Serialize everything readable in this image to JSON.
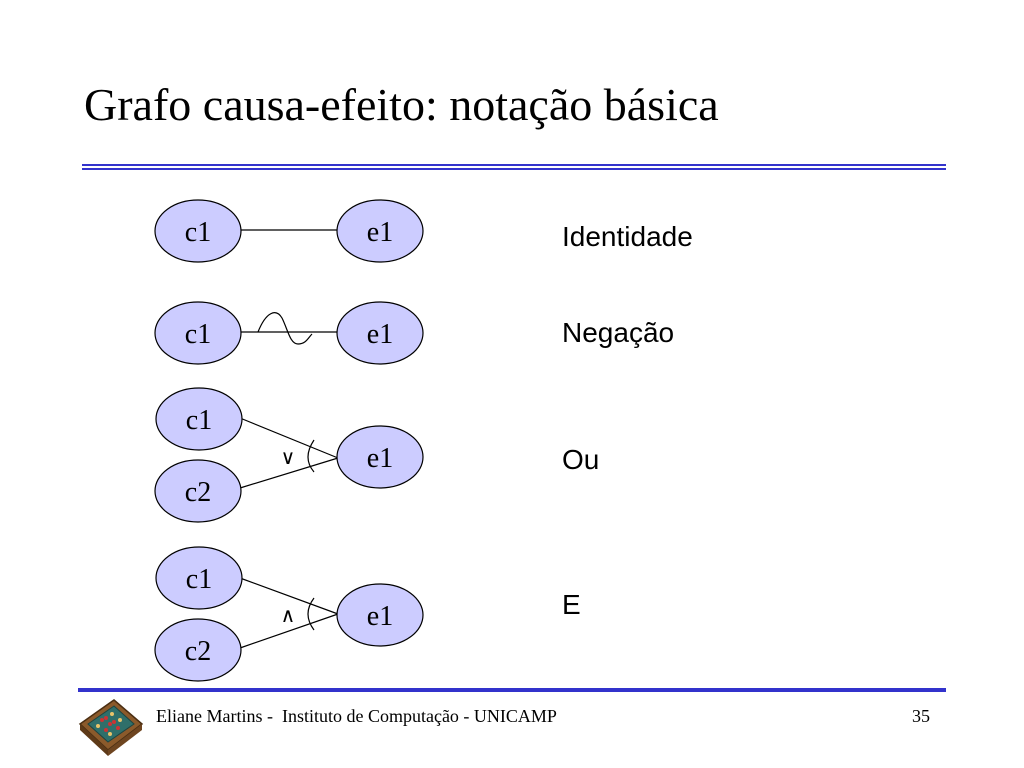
{
  "slide": {
    "title": "Grafo causa-efeito: notação básica",
    "accent_color": "#3333cc",
    "node_fill": "#ccccff"
  },
  "diagrams": [
    {
      "label": "Identidade",
      "causes": [
        "c1"
      ],
      "effect": "e1",
      "operator": ""
    },
    {
      "label": "Negação",
      "causes": [
        "c1"
      ],
      "effect": "e1",
      "operator": "~"
    },
    {
      "label": "Ou",
      "causes": [
        "c1",
        "c2"
      ],
      "effect": "e1",
      "operator": "∨"
    },
    {
      "label": "E",
      "causes": [
        "c1",
        "c2"
      ],
      "effect": "e1",
      "operator": "∧"
    }
  ],
  "footer": {
    "text": "Eliane Martins -  Instituto de Computação - UNICAMP",
    "page_number": "35",
    "logo_icon": "abacus-icon"
  }
}
